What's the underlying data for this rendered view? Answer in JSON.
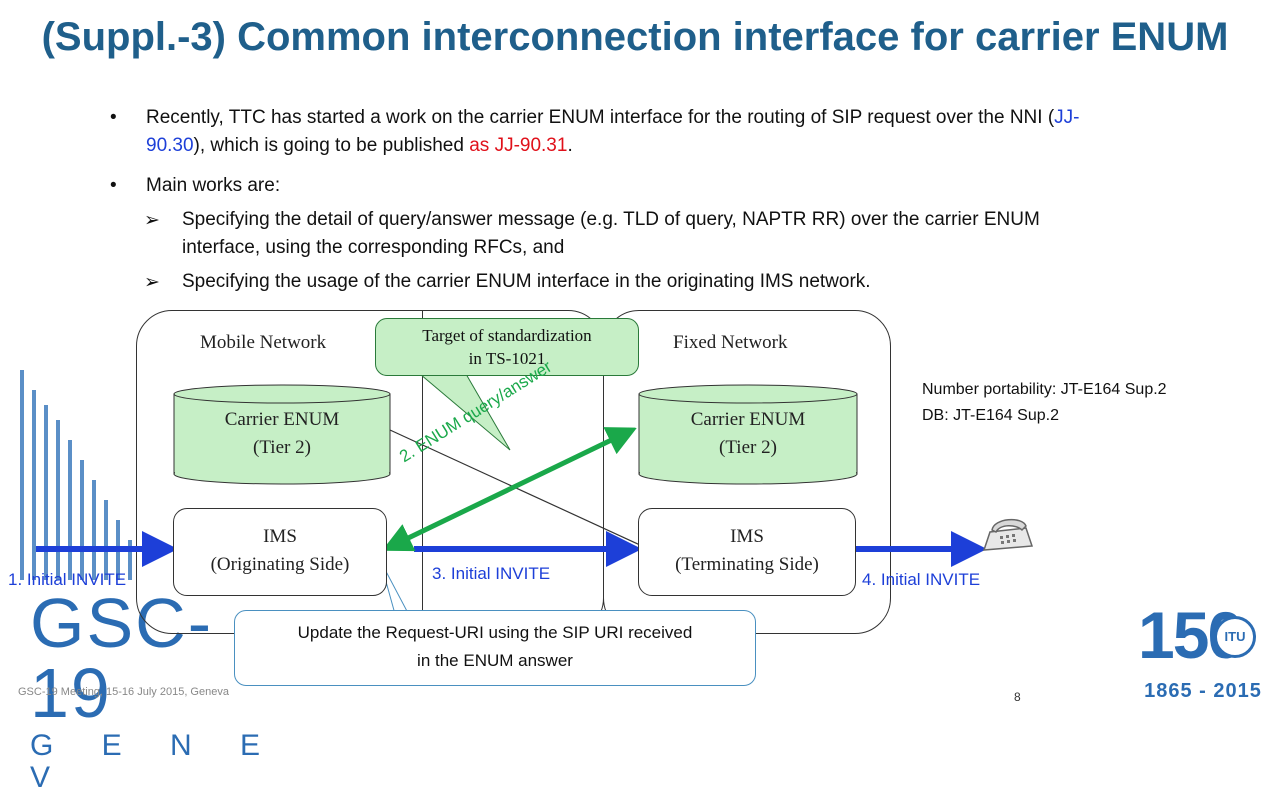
{
  "slide": {
    "title": "(Suppl.-3) Common interconnection interface for carrier ENUM",
    "bullet1": {
      "pre": "Recently, TTC has started a work on the carrier ENUM interface for the routing of SIP request over the NNI (",
      "ref": "JJ-90.30",
      "mid": "), which is going to be published ",
      "pub": "as JJ-90.31",
      "end": "."
    },
    "bullet2": "Main works are:",
    "sub1": "Specifying the detail of query/answer message (e.g. TLD of query, NAPTR RR) over the carrier ENUM interface, using the corresponding RFCs, and",
    "sub2": "Specifying the usage of the carrier ENUM interface in the originating IMS network.",
    "footer": "GSC-19 Meeting, 15-16 July 2015, Geneva",
    "page_number": "8"
  },
  "diagram": {
    "mobile_network": "Mobile Network",
    "fixed_network": "Fixed Network",
    "target_callout": [
      "Target of standardization",
      "in TS-1021"
    ],
    "enum_left": [
      "Carrier ENUM",
      "(Tier 2)"
    ],
    "enum_right": [
      "Carrier ENUM",
      "(Tier 2)"
    ],
    "ims_left": [
      "IMS",
      "(Originating Side)"
    ],
    "ims_right": [
      "IMS",
      "(Terminating Side)"
    ],
    "flow1": "1. Initial INVITE",
    "flow2": "2. ENUM query/answer",
    "flow3": "3. Initial INVITE",
    "flow4": "4. Initial INVITE",
    "note1": "Number portability: JT-E164 Sup.2",
    "note2": "DB: JT-E164 Sup.2",
    "update_callout": [
      "Update the Request-URI using the SIP URI received",
      "in the ENUM answer"
    ]
  },
  "logos": {
    "gsc": "GSC-19",
    "geneva": "G E N E V",
    "itu_150": "150",
    "itu": "ITU",
    "itu_years": "1865 - 2015"
  },
  "colors": {
    "title": "#1f5f8b",
    "enum_fill": "#c6efc6",
    "flow_blue": "#1d3fd8",
    "flow_green": "#1aa84a",
    "reference_red": "#e0101a"
  }
}
